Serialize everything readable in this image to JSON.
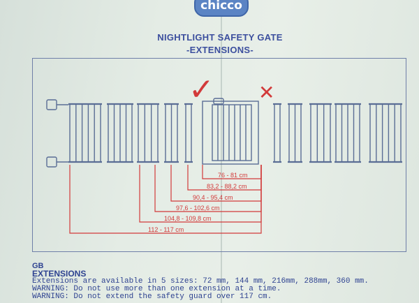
{
  "brand": {
    "logo_text": "chicco"
  },
  "document": {
    "title": "NIGHTLIGHT SAFETY GATE",
    "subtitle": "-EXTENSIONS-"
  },
  "diagram": {
    "check_mark": "✓",
    "cross_mark": "✕",
    "colors": {
      "ink": "#5a6d95",
      "red": "#d23a3a"
    },
    "measurements": [
      {
        "label": "76 - 81 cm"
      },
      {
        "label": "83,2 - 88,2 cm"
      },
      {
        "label": "90,4 - 95,4 cm"
      },
      {
        "label": "97,6 - 102,6 cm"
      },
      {
        "label": "104,8 - 109,8 cm"
      },
      {
        "label": "112 - 117 cm"
      }
    ]
  },
  "footer": {
    "lang_code": "GB",
    "heading": "EXTENSIONS",
    "line1": "Extensions are available in 5 sizes: 72 mm, 144 mm, 216mm, 288mm, 360 mm.",
    "line2": "WARNING: Do not use more than one extension at a time.",
    "line3": "WARNING: Do not extend the safety guard over 117 cm."
  }
}
